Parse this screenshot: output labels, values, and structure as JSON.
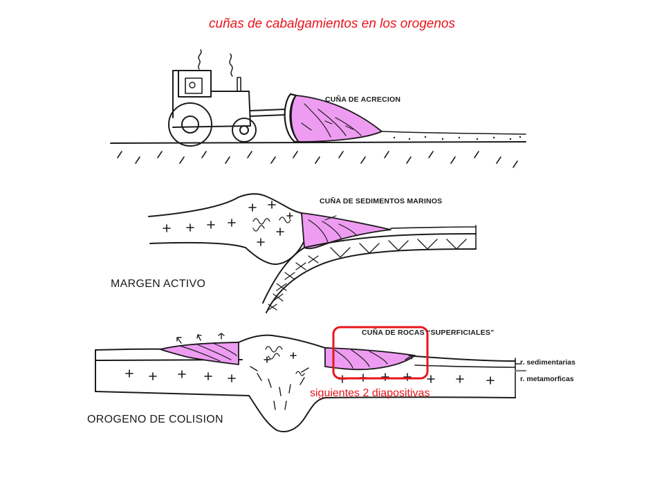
{
  "title": "cuñas de cabalgamientos en los orogenos",
  "panel1": {
    "label": "CUÑA DE ACRECION"
  },
  "panel2": {
    "label": "CUÑA DE SEDIMENTOS MARINOS",
    "caption": "MARGEN ACTIVO"
  },
  "panel3": {
    "label": "CUÑA DE ROCAS “SUPERFICIALES”",
    "caption": "OROGENO DE COLISION",
    "legend_sedimentary": "r. sedimentarias",
    "legend_metamorphic": "r. metamorficas",
    "note": "siguientes 2 diapositivas"
  },
  "colors": {
    "wedge": "#ee9cf2",
    "highlight": "#e8141b",
    "ink": "#1a1a1a",
    "title": "#e8141b"
  },
  "icons": [
    "tractor-icon",
    "smoke-icon"
  ]
}
